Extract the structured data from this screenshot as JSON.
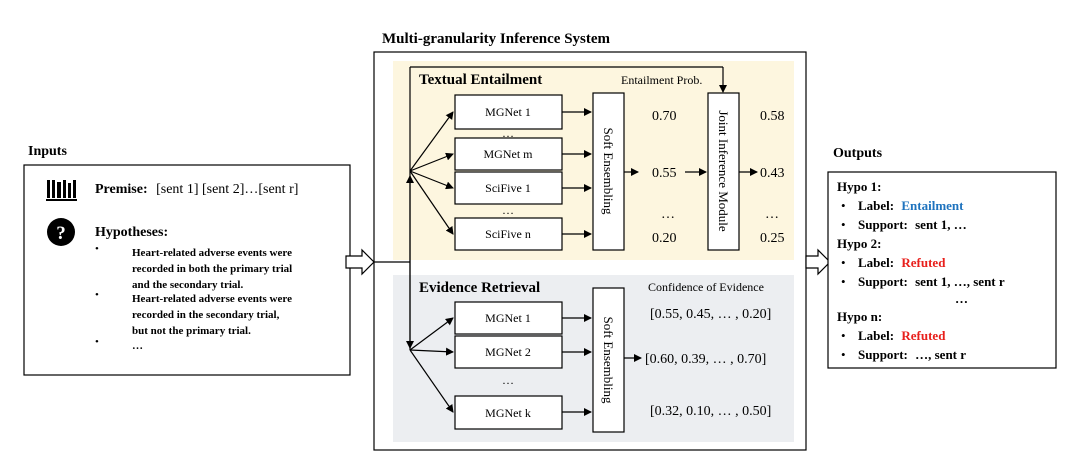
{
  "title": "Multi-granularity Inference System",
  "inputs": {
    "heading": "Inputs",
    "premise_label": "Premise:",
    "premise_text": "[sent 1] [sent 2]…[sent r]",
    "hypotheses_label": "Hypotheses:",
    "hypothesis_1": [
      "Heart-related adverse events were",
      "recorded in both the primary trial",
      "and the secondary trial."
    ],
    "hypothesis_2": [
      "Heart-related adverse events were",
      "recorded in the secondary trial,",
      "but not the primary trial."
    ],
    "hypothesis_3": "…",
    "bullet": "•",
    "icons": [
      "books-icon",
      "question-icon"
    ]
  },
  "textual_entailment": {
    "title": "Textual Entailment",
    "prob_label": "Entailment Prob.",
    "models": [
      "MGNet 1",
      "MGNet m",
      "SciFive 1",
      "SciFive n"
    ],
    "ellipsis": "…",
    "ensembling": "Soft Ensembling",
    "joint_module": "Joint Inference Module",
    "probs_in": [
      "0.70",
      "0.55",
      "…",
      "0.20"
    ],
    "probs_out": [
      "0.58",
      "0.43",
      "…",
      "0.25"
    ],
    "bg_color": "#fdf6df"
  },
  "evidence_retrieval": {
    "title": "Evidence Retrieval",
    "confidence_label": "Confidence of Evidence",
    "models": [
      "MGNet 1",
      "MGNet 2",
      "MGNet k"
    ],
    "ellipsis": "…",
    "ensembling": "Soft Ensembling",
    "vectors": [
      "[0.55, 0.45, … , 0.20]",
      "[0.60, 0.39, … , 0.70]",
      "[0.32, 0.10, … , 0.50]"
    ],
    "bg_color": "#eceef1"
  },
  "outputs": {
    "heading": "Outputs",
    "bullet": "•",
    "label_prefix": "Label:",
    "support_prefix": "Support:",
    "hypo_1": {
      "title": "Hypo 1:",
      "label": "Entailment",
      "support": "sent 1, …"
    },
    "hypo_2": {
      "title": "Hypo 2:",
      "label": "Refuted",
      "support": "sent 1, …, sent r"
    },
    "middle_ellipsis": "…",
    "hypo_n": {
      "title": "Hypo n:",
      "label": "Refuted",
      "support": "…, sent r"
    },
    "colors": {
      "entailment": "#1e73be",
      "refuted": "#e8201c"
    }
  }
}
